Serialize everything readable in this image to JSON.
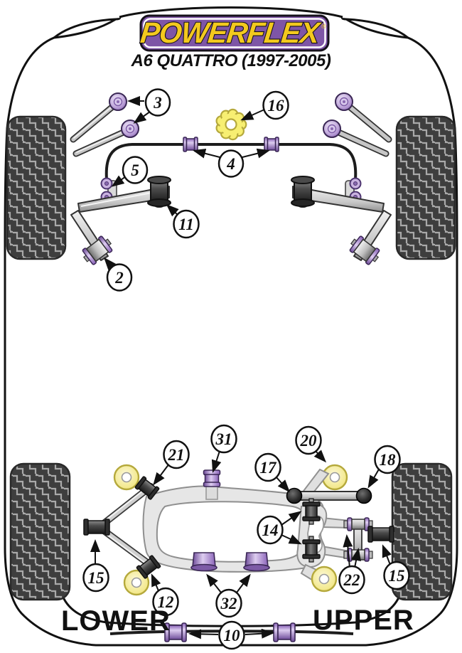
{
  "header": {
    "brand": "POWERFLEX",
    "reg_mark": "®",
    "model": "A6 QUATTRO (1997-2005)"
  },
  "section_labels": {
    "lower": "LOWER",
    "upper": "UPPER"
  },
  "callouts": [
    {
      "label": "3"
    },
    {
      "label": "16"
    },
    {
      "label": "4"
    },
    {
      "label": "5"
    },
    {
      "label": "11"
    },
    {
      "label": "2"
    },
    {
      "label": "31"
    },
    {
      "label": "21"
    },
    {
      "label": "20"
    },
    {
      "label": "17"
    },
    {
      "label": "18"
    },
    {
      "label": "14"
    },
    {
      "label": "22"
    },
    {
      "label": "15"
    },
    {
      "label": "15"
    },
    {
      "label": "12"
    },
    {
      "label": "32"
    },
    {
      "label": "10"
    }
  ],
  "colors": {
    "brand_purple": "#7e55a6",
    "brand_yellow": "#f3c91e",
    "bushing_purple_light": "#d8c6ec",
    "bushing_purple": "#9a74c8",
    "bushing_purple_dark": "#6e4b99",
    "part_yellow": "#f7ef72",
    "seat_yellow": "#f0df70",
    "tire_dark": "#3e3e3e",
    "metal_dark": "#2e2e2e",
    "frame_gray": "#e6e6e6",
    "outline_black": "#111111"
  }
}
